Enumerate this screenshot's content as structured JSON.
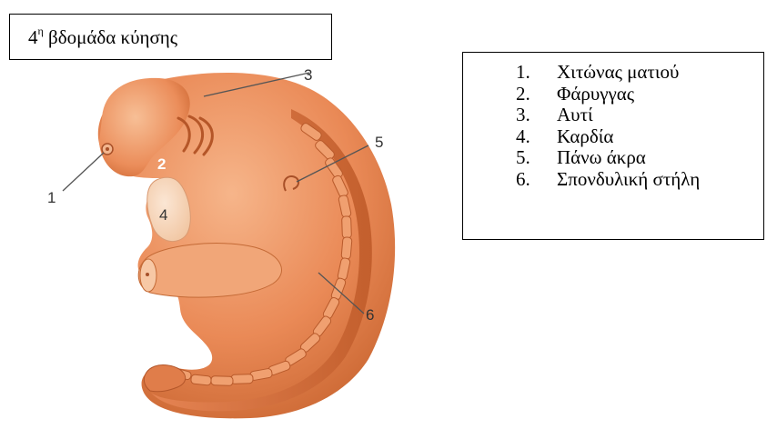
{
  "title": {
    "prefix": "4",
    "superscript": "η",
    "text": "βδομάδα κύησης"
  },
  "legend": [
    {
      "number": "1.",
      "label": "Χιτώνας ματιού"
    },
    {
      "number": "2.",
      "label": "Φάρυγγας"
    },
    {
      "number": "3.",
      "label": "Αυτί"
    },
    {
      "number": "4.",
      "label": "Καρδία"
    },
    {
      "number": "5.",
      "label": "Πάνω άκρα"
    },
    {
      "number": "6.",
      "label": "Σπονδυλική στήλη"
    }
  ],
  "callouts": [
    "1",
    "2",
    "3",
    "4",
    "5",
    "6"
  ],
  "colors": {
    "embryo_light": "#f6b58a",
    "embryo_mid": "#ea8a57",
    "embryo_dark": "#c8642f",
    "embryo_shadow": "#a94f24",
    "heart": "#f8dcc4"
  }
}
